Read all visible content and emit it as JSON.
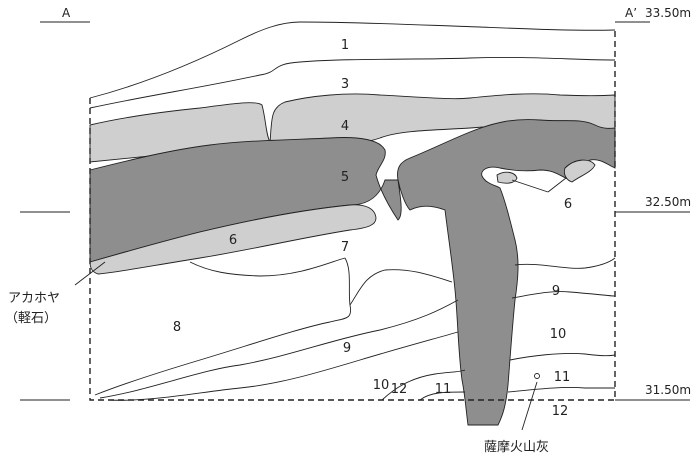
{
  "section": {
    "left_label": "A",
    "right_label": "A’",
    "elevations": [
      "33.50m",
      "32.50m",
      "31.50m"
    ]
  },
  "layers": {
    "l1": "1",
    "l3": "3",
    "l4": "4",
    "l5": "5",
    "l6a": "6",
    "l6b": "6",
    "l7": "7",
    "l8": "8",
    "l9a": "9",
    "l9b": "9",
    "l10a": "10",
    "l10b": "10",
    "l11a": "11",
    "l11b": "11",
    "l12a": "12",
    "l12b": "12"
  },
  "annotations": {
    "akahoya_line1": "アカホヤ",
    "akahoya_line2": "（軽石）",
    "satsuma": "薩摩火山灰"
  },
  "colors": {
    "light_gray": "#cfcfcf",
    "dark_gray": "#8e8e8e",
    "line": "#222222"
  }
}
